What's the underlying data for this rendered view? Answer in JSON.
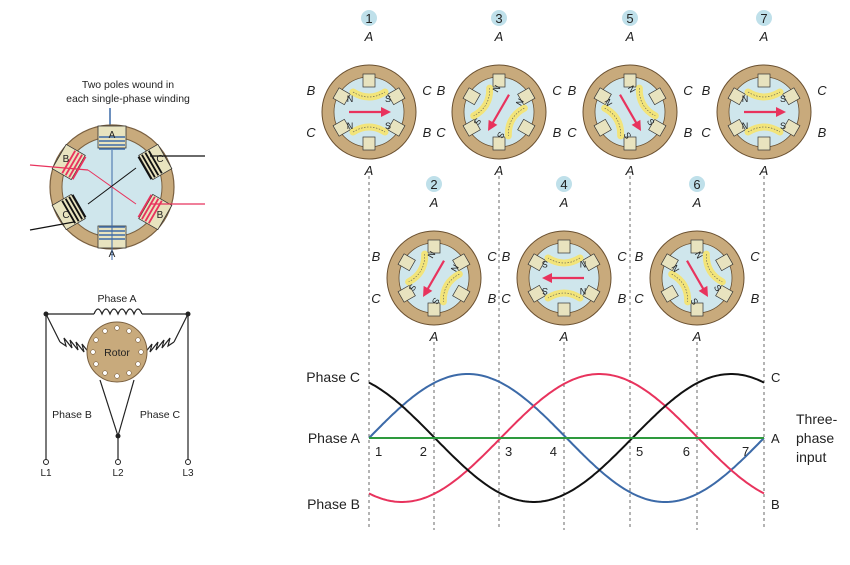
{
  "left_diagram": {
    "caption_line1": "Two poles wound in",
    "caption_line2": "each single-phase winding",
    "pole_a_top": "A",
    "pole_a_bottom": "A",
    "pole_b_left": "B",
    "pole_b_right": "B",
    "pole_c_left": "C",
    "pole_c_right": "C"
  },
  "delta_diagram": {
    "phase_a": "Phase A",
    "phase_b": "Phase B",
    "phase_c": "Phase C",
    "rotor": "Rotor",
    "l1": "L1",
    "l2": "L2",
    "l3": "L3"
  },
  "rotor_states": [
    {
      "step": "1",
      "row": "top",
      "field_angle_deg": 0
    },
    {
      "step": "3",
      "row": "top",
      "field_angle_deg": 120
    },
    {
      "step": "5",
      "row": "top",
      "field_angle_deg": 60
    },
    {
      "step": "7",
      "row": "top",
      "field_angle_deg": 0
    },
    {
      "step": "2",
      "row": "bottom",
      "field_angle_deg": 120
    },
    {
      "step": "4",
      "row": "bottom",
      "field_angle_deg": 180
    },
    {
      "step": "6",
      "row": "bottom",
      "field_angle_deg": 60
    }
  ],
  "stator_letters": {
    "a": "A",
    "b": "B",
    "c": "C",
    "n": "N",
    "s": "S"
  },
  "waveform": {
    "phase_c_label": "Phase C",
    "phase_a_label": "Phase A",
    "phase_b_label": "Phase B",
    "end_c": "C",
    "end_a": "A",
    "end_b": "B",
    "input_line1": "Three-",
    "input_line2": "phase",
    "input_line3": "input",
    "ticks": [
      "1",
      "2",
      "3",
      "4",
      "5",
      "6",
      "7"
    ]
  },
  "colors": {
    "ring": "#c8aa7c",
    "core": "#cfe6ec",
    "pole": "#e8e3bf",
    "coil_yellow": "#f2e47a",
    "phase_a": "#2e9a3e",
    "phase_b": "#e8335d",
    "phase_c": "#3c6aa8",
    "black_wave": "#111111",
    "arrow": "#e8335d",
    "badge": "#bfe0ea"
  }
}
